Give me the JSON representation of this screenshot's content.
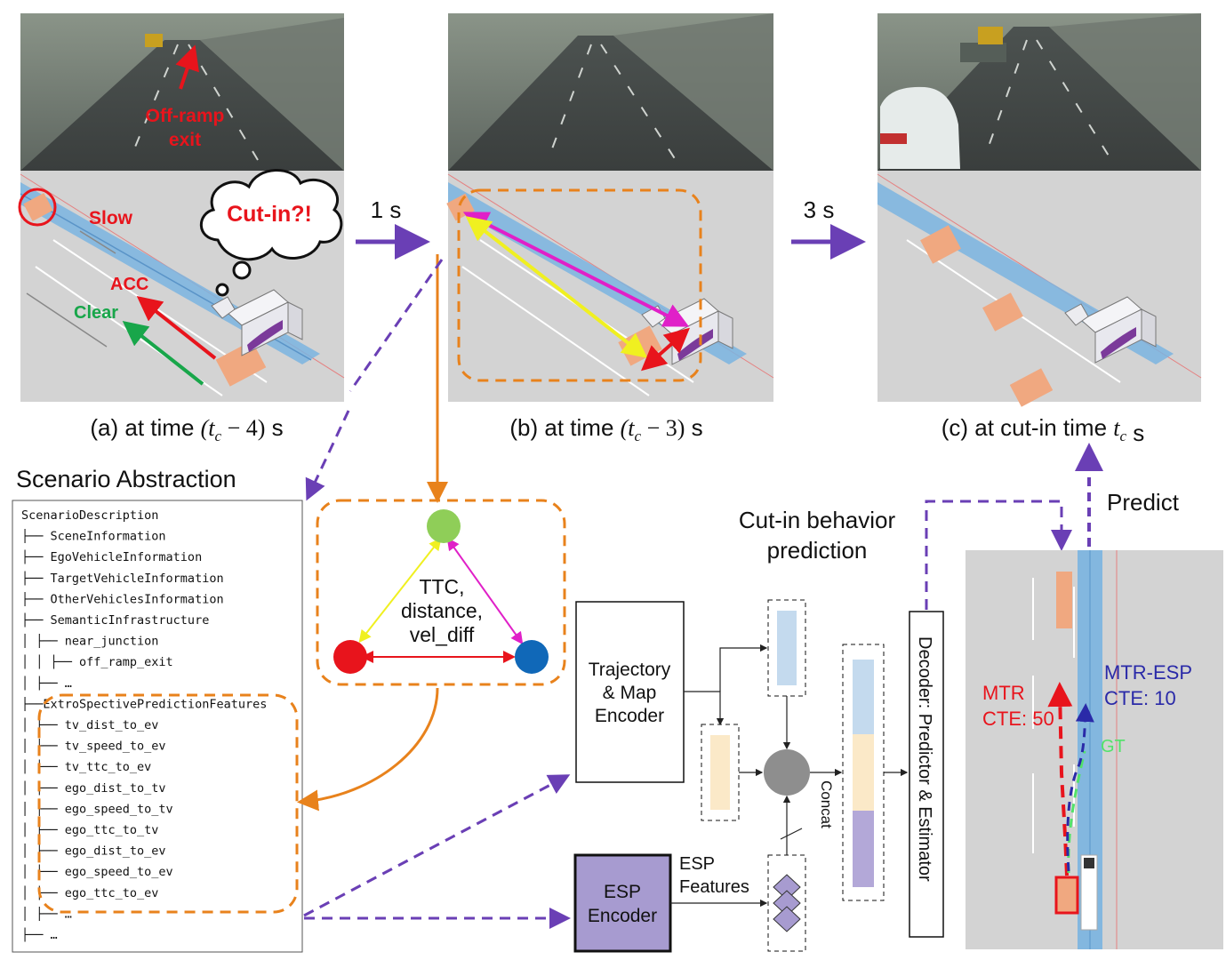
{
  "panels": [
    {
      "caption_prefix": "(a) at time ",
      "caption_math": "(t",
      "caption_sub": "c",
      "caption_math_end": " − 4)",
      "caption_suffix": " s"
    },
    {
      "caption_prefix": "(b) at time ",
      "caption_math": "(t",
      "caption_sub": "c",
      "caption_math_end": " − 3)",
      "caption_suffix": " s"
    },
    {
      "caption_prefix": "(c) at cut-in time ",
      "caption_math": "t",
      "caption_sub": "c",
      "caption_math_end": "",
      "caption_suffix": " s"
    }
  ],
  "panel_a": {
    "off_ramp_line1": "Off-ramp",
    "off_ramp_line2": "exit",
    "slow": "Slow",
    "cutin_bubble": "Cut-in?!",
    "acc": "ACC",
    "clear": "Clear"
  },
  "transitions": {
    "t1": "1 s",
    "t2": "3 s"
  },
  "abstraction": {
    "title": "Scenario Abstraction",
    "tree": [
      "ScenarioDescription",
      "├── SceneInformation",
      "├── EgoVehicleInformation",
      "├── TargetVehicleInformation",
      "├── OtherVehiclesInformation",
      "├── SemanticInfrastructure",
      "│    ├── near_junction",
      "│    │    ├── off_ramp_exit",
      "│    ├── …",
      "├──ExtroSpectivePredictionFeatures",
      "│    ├── tv_dist_to_ev",
      "│    ├── tv_speed_to_ev",
      "│    ├── tv_ttc_to_ev",
      "│    ├── ego_dist_to_tv",
      "│    ├── ego_speed_to_tv",
      "│    ├── ego_ttc_to_tv",
      "│    ├── ego_dist_to_ev",
      "│    ├── ego_speed_to_ev",
      "│    ├── ego_ttc_to_ev",
      "│    ├── …",
      "├── …"
    ]
  },
  "relation_graph": {
    "line1": "TTC,",
    "line2": "distance,",
    "line3": "vel_diff"
  },
  "model": {
    "traj_encoder": [
      "Trajectory",
      "& Map",
      "Encoder"
    ],
    "esp_encoder": [
      "ESP",
      "Encoder"
    ],
    "esp_features": [
      "ESP",
      "Features"
    ],
    "concat": "Concat",
    "decoder": "Decoder: Predictor & Estimator",
    "prediction_title": [
      "Cut-in behavior",
      "prediction"
    ],
    "predict": "Predict"
  },
  "result": {
    "mtr": "MTR",
    "mtr_cte": "CTE: 50",
    "mtr_esp": "MTR-ESP",
    "mtr_esp_cte": "CTE: 10",
    "gt": "GT"
  },
  "colors": {
    "purple": "#6a3fb5",
    "orange": "#e8821c",
    "red": "#e8141c",
    "green": "#18a64a",
    "navy": "#2a2aa8",
    "lane_blue": "#7ab4e0"
  }
}
